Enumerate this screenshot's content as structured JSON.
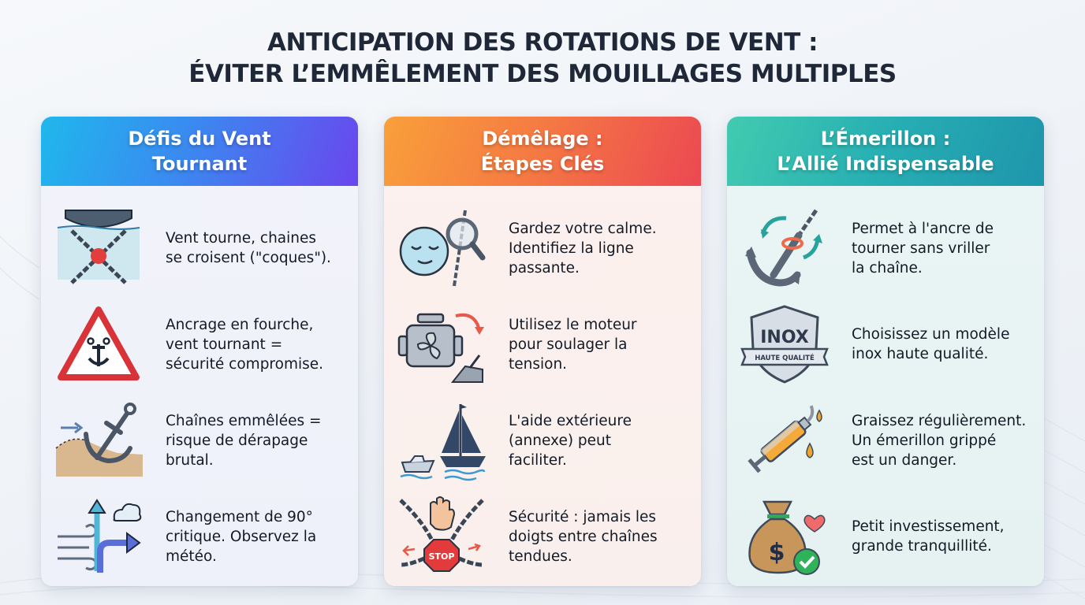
{
  "title": {
    "line1": "ANTICIPATION DES ROTATIONS DE VENT :",
    "line2": "ÉVITER L’EMMÊLEMENT DES MOUILLAGES MULTIPLES"
  },
  "colors": {
    "card1_header": [
      "#1fb8ec",
      "#6a46ee"
    ],
    "card2_header": [
      "#f9a03a",
      "#ec4852"
    ],
    "card3_header": [
      "#42cbb0",
      "#1e95ac"
    ],
    "title_text": "#1e2838"
  },
  "cards": [
    {
      "header": "Défis du Vent\nTournant",
      "items": [
        {
          "icon": "crossed-chains-boat-icon",
          "text": "Vent tourne, chaines\nse croisent (\"coques\")."
        },
        {
          "icon": "warning-anchor-triangle-icon",
          "text": "Ancrage en fourche,\nvent tournant =\nsécurité compromise."
        },
        {
          "icon": "anchor-dragging-icon",
          "text": "Chaînes emmêlées =\nrisque de dérapage\nbrutal."
        },
        {
          "icon": "wind-direction-change-icon",
          "text": "Changement de 90°\ncritique. Observez la\nmétéo."
        }
      ]
    },
    {
      "header": "Démêlage :\nÉtapes Clés",
      "items": [
        {
          "icon": "calm-face-magnifier-icon",
          "text": "Gardez votre calme.\nIdentifiez la ligne\npassante."
        },
        {
          "icon": "engine-propeller-icon",
          "text": "Utilisez le moteur\npour soulager la\ntension."
        },
        {
          "icon": "sailboat-dinghy-icon",
          "text": "L'aide extérieure\n(annexe) peut\nfaciliter."
        },
        {
          "icon": "stop-hand-chains-icon",
          "text": "Sécurité : jamais les\ndoigts entre chaînes\ntendues.",
          "stop_label": "STOP"
        }
      ]
    },
    {
      "header": "L’Émerillon :\nL’Allié Indispensable",
      "items": [
        {
          "icon": "swivel-anchor-icon",
          "text": "Permet à l'ancre de\ntourner sans vriller\nla chaîne."
        },
        {
          "icon": "inox-shield-icon",
          "text": "Choisissez un modèle\ninox haute qualité.",
          "badge_main": "INOX",
          "badge_sub": "HAUTE QUALITÉ"
        },
        {
          "icon": "grease-gun-icon",
          "text": "Graissez régulièrement.\nUn émerillon grippé\nest un danger."
        },
        {
          "icon": "money-bag-check-icon",
          "text": "Petit investissement,\ngrande tranquillité.",
          "bag_symbol": "$"
        }
      ]
    }
  ]
}
